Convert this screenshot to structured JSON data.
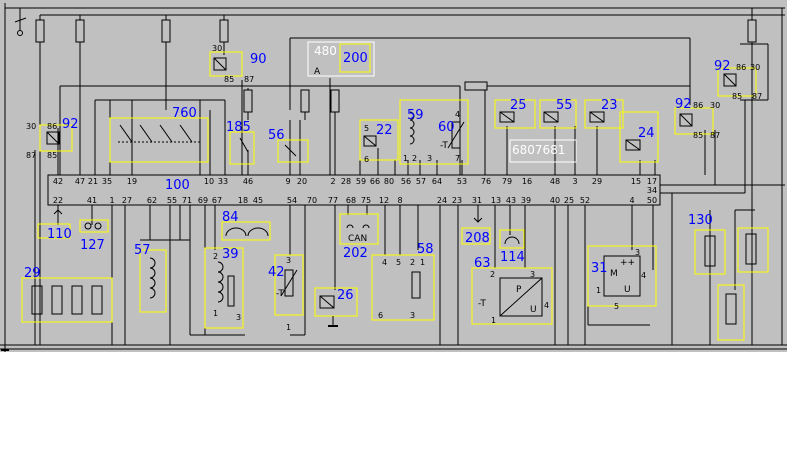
{
  "colors": {
    "background_panel": "#c0c0c0",
    "page": "#ffffff",
    "wire": "#000000",
    "component_highlight": "#ffff00",
    "component_number": "#0000ff",
    "pin_label": "#000000",
    "white_label": "#ffffff",
    "white_frame": "#ffffff"
  },
  "components": {
    "c90": "90",
    "c200": "200",
    "c480": "480",
    "c92a": "92",
    "c92b": "92",
    "c92c": "92",
    "c760": "760",
    "c185": "185",
    "c56": "56",
    "c22": "22",
    "c59": "59",
    "c60": "60",
    "c25": "25",
    "c55": "55",
    "c23": "23",
    "c24": "24",
    "c100": "100",
    "c110": "110",
    "c127": "127",
    "c84": "84",
    "c202": "202",
    "c208": "208",
    "c114": "114",
    "c130": "130",
    "c29": "29",
    "c57": "57",
    "c39": "39",
    "c42": "42",
    "c26": "26",
    "c58": "58",
    "c63": "63",
    "c31": "31",
    "c6807681": "6807681"
  },
  "labels": {
    "A": "A",
    "CAN": "CAN",
    "tempT": "-T",
    "M": "M",
    "U": "U",
    "P": "P",
    "pp": "++"
  },
  "pins": {
    "relay90": [
      "30",
      "85",
      "87"
    ],
    "relay92_left": [
      "30",
      "86",
      "87",
      "85"
    ],
    "relay92_right": [
      "86",
      "30",
      "85",
      "87"
    ],
    "relay92_top": [
      "86",
      "30",
      "85",
      "87"
    ],
    "c22": [
      "5",
      "6"
    ],
    "c59": [
      "1",
      "2",
      "3"
    ],
    "c60": [
      "4",
      "7"
    ],
    "c39": [
      "2",
      "1",
      "3"
    ],
    "c42": [
      "3",
      "1"
    ],
    "c58_left": [
      "4",
      "5",
      "6"
    ],
    "c58_right": [
      "2",
      "1",
      "3"
    ],
    "c63": [
      "2",
      "1",
      "3",
      "4"
    ],
    "c31": [
      "1",
      "3",
      "4",
      "5"
    ],
    "ecu_top": [
      "42",
      "47",
      "21",
      "35",
      "19",
      "10",
      "33",
      "46",
      "9",
      "20",
      "2",
      "28",
      "59",
      "66",
      "80",
      "56",
      "57",
      "64",
      "53",
      "76",
      "79",
      "16",
      "48",
      "3",
      "29",
      "15",
      "17",
      "34"
    ],
    "ecu_bottom": [
      "22",
      "41",
      "1",
      "27",
      "62",
      "55",
      "71",
      "69",
      "67",
      "18",
      "45",
      "54",
      "70",
      "77",
      "68",
      "75",
      "12",
      "8",
      "24",
      "23",
      "31",
      "13",
      "43",
      "39",
      "40",
      "25",
      "52",
      "4",
      "50"
    ]
  }
}
